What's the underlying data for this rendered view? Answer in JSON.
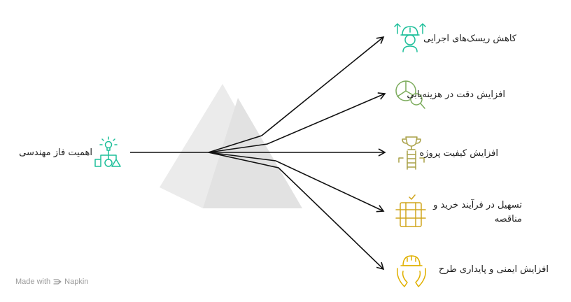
{
  "source": {
    "label": "اهمیت فاز مهندسی",
    "icon": "lightbulb-flowchart-icon",
    "color": "#1dbf9a"
  },
  "outcomes": [
    {
      "label": "کاهش ریسک‌های اجرایی",
      "icon": "engineer-arrows-icon",
      "color": "#1dbf9a"
    },
    {
      "label": "افزایش دقت در هزینه‌یابی",
      "icon": "pie-chart-magnifier-icon",
      "color": "#7bab5b"
    },
    {
      "label": "افزایش کیفیت پروژه",
      "icon": "trophy-ladder-icon",
      "color": "#a9a046"
    },
    {
      "label": "تسهیل در فرآیند خرید و مناقصه",
      "icon": "checklist-box-icon",
      "color": "#d0a51d"
    },
    {
      "label": "افزایش ایمنی و پایداری طرح",
      "icon": "hardhat-hands-icon",
      "color": "#e0b000"
    }
  ],
  "footer": {
    "made_with": "Made with",
    "brand": "Napkin",
    "icon": "napkin-logo-icon",
    "color": "#9a9a9a"
  },
  "colors": {
    "arrow": "#111111",
    "prism": "#e6e6e6"
  }
}
